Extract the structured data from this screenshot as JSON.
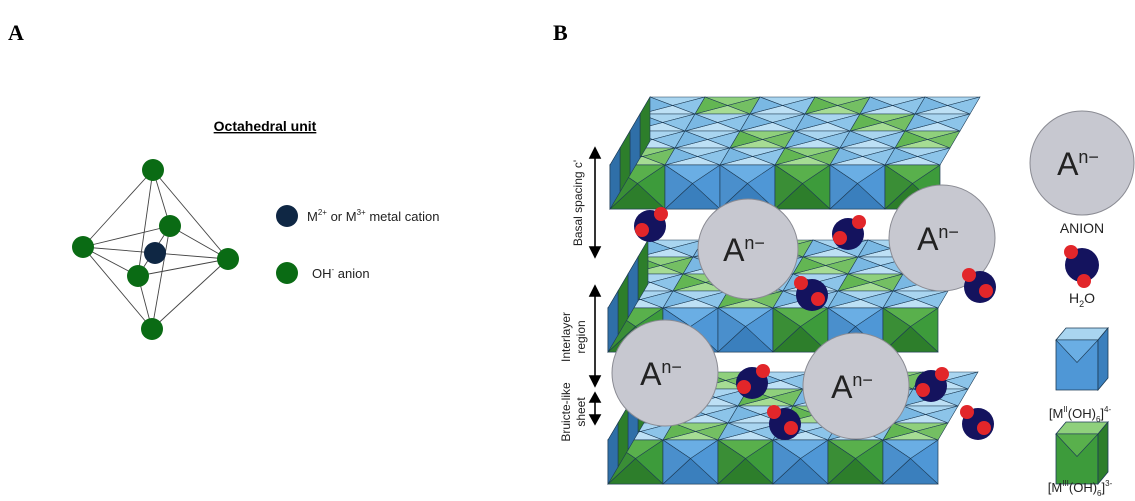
{
  "panel_a": {
    "letter": "A",
    "title": "Octahedral unit",
    "legend": [
      {
        "label_main": "M",
        "sup1": "2+",
        "mid": " or M",
        "sup2": "3+",
        "tail": " metal cation",
        "color": "#0f2744"
      },
      {
        "label_main": "OH",
        "sup1": "-",
        "tail": " anion",
        "color": "#0a6b14"
      }
    ]
  },
  "panel_b": {
    "letter": "B",
    "side_labels": {
      "basal_spacing": "Basal spacing c'",
      "interlayer_line1": "Interlayer",
      "interlayer_line2": "region",
      "brucite_line1": "Bruicte-like",
      "brucite_line2": "sheet"
    },
    "anion_label": "A",
    "anion_charge": "n−",
    "legend": {
      "anion_name": "ANION",
      "water_H": "H",
      "water_sub": "2",
      "water_O": "O",
      "m2_prefix": "[M",
      "m2_sup": "II",
      "m2_mid": "(OH)",
      "m2_sub": "6",
      "m2_close": "]",
      "m2_charge": "4-",
      "m3_prefix": "[M",
      "m3_sup": "III",
      "m3_mid": "(OH)",
      "m3_sub": "6",
      "m3_close": "]",
      "m3_charge": "3-"
    },
    "colors": {
      "blue_face": "#4f97d6",
      "blue_top": "#a9d5f0",
      "green_face": "#3d9b3b",
      "green_top": "#8fd07c",
      "anion": "#c7c8d0",
      "water_O": "#14135e",
      "water_H": "#e2262a"
    }
  }
}
